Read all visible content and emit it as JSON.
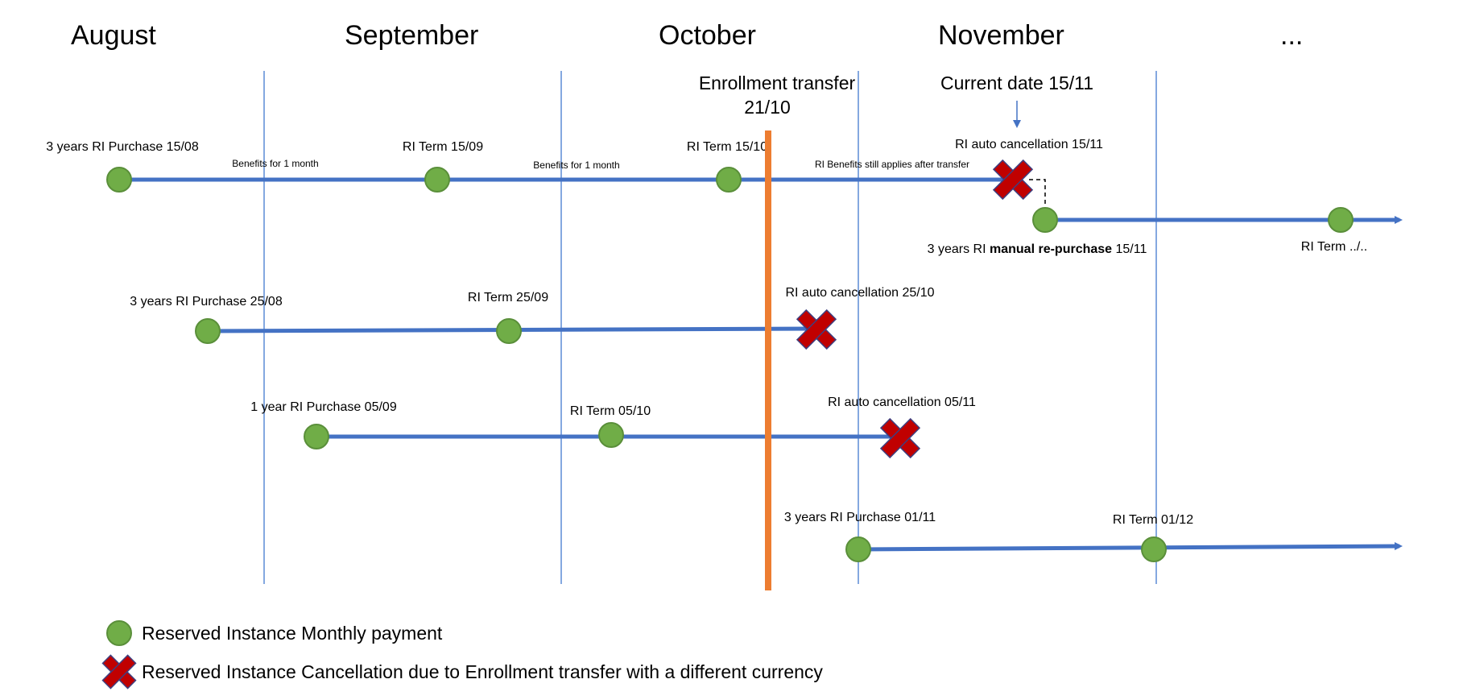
{
  "months": [
    "August",
    "September",
    "October",
    "November",
    "..."
  ],
  "transfer": {
    "label_line1": "Enrollment transfer",
    "label_line2": "21/10"
  },
  "current_date": {
    "label": "Current date 15/11"
  },
  "colors": {
    "timeline": "#4472C4",
    "payment": "#70AD47",
    "payment_stroke": "#5A8F3A",
    "cancel": "#C00000",
    "cancel_stroke": "#3F3F7F",
    "transfer": "#ED7D31",
    "gridline": "#5B8BD6"
  },
  "rows": [
    {
      "labels": {
        "purchase": "3 years RI Purchase 15/08",
        "term1": "RI Term 15/09",
        "term2": "RI Term 15/10",
        "cancel": "RI auto cancellation 15/11",
        "benefit1": "Benefits for 1 month",
        "benefit2": "Benefits for 1 month",
        "benefit3": "RI Benefits still applies after transfer"
      }
    },
    {
      "labels": {
        "repurchase_prefix": "3 years RI ",
        "repurchase_bold": "manual re-purchase",
        "repurchase_suffix": " 15/11",
        "term": "RI Term ../.."
      }
    },
    {
      "labels": {
        "purchase": "3 years RI Purchase 25/08",
        "term": "RI Term 25/09",
        "cancel": "RI auto cancellation 25/10"
      }
    },
    {
      "labels": {
        "purchase": "1 year RI Purchase 05/09",
        "term": "RI Term 05/10",
        "cancel": "RI auto cancellation 05/11"
      }
    },
    {
      "labels": {
        "purchase": "3 years RI Purchase 01/11",
        "term": "RI Term 01/12"
      }
    }
  ],
  "legend": {
    "payment": "Reserved Instance Monthly payment",
    "cancellation": "Reserved Instance Cancellation due to Enrollment transfer with a different currency"
  }
}
